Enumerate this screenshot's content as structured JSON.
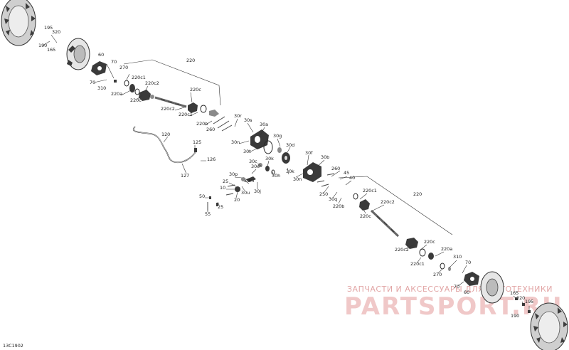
{
  "diagram": {
    "ref_code": "13C1902",
    "watermark_text": "ЗАПЧАСТИ И АКСЕССУАРЫ ДЛЯ МОТОТЕХНИКИ",
    "watermark_logo": "PARTSPORT.RU",
    "labels": [
      {
        "id": "l195a",
        "text": "195"
      },
      {
        "id": "l320a",
        "text": "320"
      },
      {
        "id": "l190a",
        "text": "190"
      },
      {
        "id": "l165a",
        "text": "165"
      },
      {
        "id": "l60a",
        "text": "60"
      },
      {
        "id": "l70a",
        "text": "70"
      },
      {
        "id": "l270a",
        "text": "270"
      },
      {
        "id": "l70b",
        "text": "70"
      },
      {
        "id": "l310a",
        "text": "310"
      },
      {
        "id": "l220a",
        "text": "220"
      },
      {
        "id": "l220c1a",
        "text": "220c1"
      },
      {
        "id": "l220c2a",
        "text": "220c2"
      },
      {
        "id": "l220aa",
        "text": "220a"
      },
      {
        "id": "l220ca",
        "text": "220c"
      },
      {
        "id": "l220cb",
        "text": "220c"
      },
      {
        "id": "l220c2b",
        "text": "220c2"
      },
      {
        "id": "l220c1b",
        "text": "220c1"
      },
      {
        "id": "l220ba",
        "text": "220b"
      },
      {
        "id": "l260a",
        "text": "260"
      },
      {
        "id": "l30r",
        "text": "30r"
      },
      {
        "id": "l30s",
        "text": "30s"
      },
      {
        "id": "l30a",
        "text": "30a"
      },
      {
        "id": "l30g",
        "text": "30g"
      },
      {
        "id": "l30n",
        "text": "30n"
      },
      {
        "id": "l30t",
        "text": "30t"
      },
      {
        "id": "l30d",
        "text": "30d"
      },
      {
        "id": "l30f",
        "text": "30f"
      },
      {
        "id": "l30b",
        "text": "30b"
      },
      {
        "id": "l30c",
        "text": "30c"
      },
      {
        "id": "l30k",
        "text": "30k"
      },
      {
        "id": "l30e",
        "text": "30e"
      },
      {
        "id": "l30h",
        "text": "30h"
      },
      {
        "id": "l30k2",
        "text": "30k"
      },
      {
        "id": "l30p",
        "text": "30p"
      },
      {
        "id": "l30m",
        "text": "30m"
      },
      {
        "id": "l30j",
        "text": "30j"
      },
      {
        "id": "l30n2",
        "text": "30n"
      },
      {
        "id": "l30u",
        "text": "30u"
      },
      {
        "id": "l25a",
        "text": "25"
      },
      {
        "id": "l10",
        "text": "10"
      },
      {
        "id": "l20",
        "text": "20"
      },
      {
        "id": "l50",
        "text": "50"
      },
      {
        "id": "l25b",
        "text": "25"
      },
      {
        "id": "l55",
        "text": "55"
      },
      {
        "id": "l120",
        "text": "120"
      },
      {
        "id": "l125",
        "text": "125"
      },
      {
        "id": "l126",
        "text": "126"
      },
      {
        "id": "l127",
        "text": "127"
      },
      {
        "id": "l260b",
        "text": "260"
      },
      {
        "id": "l45",
        "text": "45"
      },
      {
        "id": "l40",
        "text": "40"
      },
      {
        "id": "l250",
        "text": "250"
      },
      {
        "id": "l30q",
        "text": "30q"
      },
      {
        "id": "l220bb",
        "text": "220b"
      },
      {
        "id": "l220c1c",
        "text": "220c1"
      },
      {
        "id": "l220b2",
        "text": "220"
      },
      {
        "id": "l220c2c",
        "text": "220c2"
      },
      {
        "id": "l220cc",
        "text": "220c"
      },
      {
        "id": "l220cd",
        "text": "220c"
      },
      {
        "id": "l220c2d",
        "text": "220c2"
      },
      {
        "id": "l220ab",
        "text": "220a"
      },
      {
        "id": "l220c1d",
        "text": "220c1"
      },
      {
        "id": "l310b",
        "text": "310"
      },
      {
        "id": "l70c",
        "text": "70"
      },
      {
        "id": "l270b",
        "text": "270"
      },
      {
        "id": "l70d",
        "text": "70"
      },
      {
        "id": "l60b",
        "text": "60"
      },
      {
        "id": "l165b",
        "text": "165"
      },
      {
        "id": "l320b",
        "text": "320"
      },
      {
        "id": "l195b",
        "text": "195"
      },
      {
        "id": "l190b",
        "text": "190"
      }
    ]
  }
}
